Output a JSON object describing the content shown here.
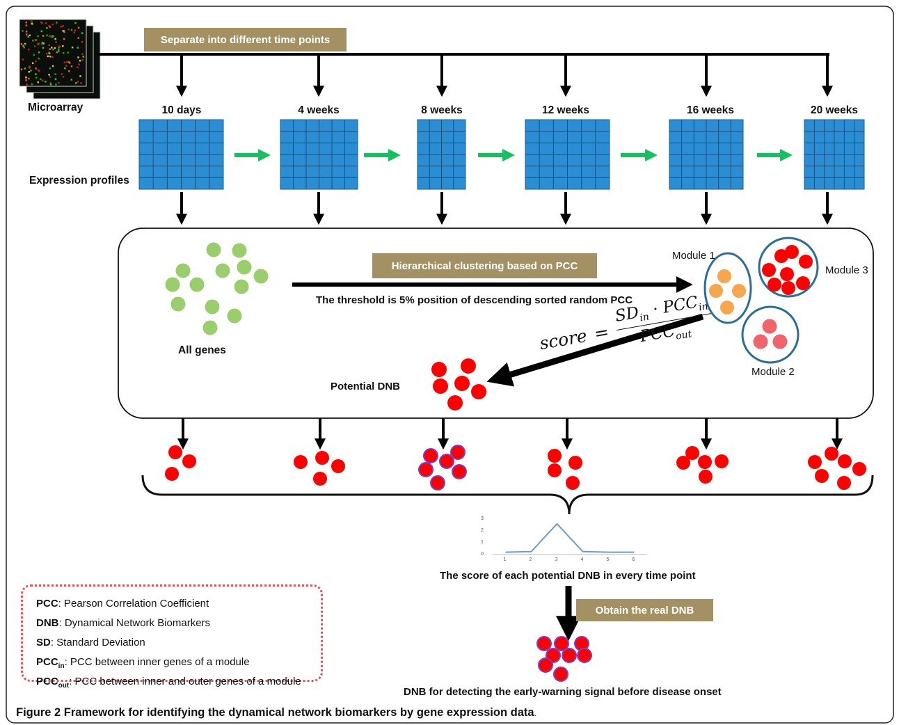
{
  "top": {
    "banner": "Separate into different time points",
    "microarray_label": "Microarray",
    "profiles_label": "Expression profiles"
  },
  "time_points": [
    "10 days",
    "4 weeks",
    "8 weeks",
    "12 weeks",
    "16 weeks",
    "20 weeks"
  ],
  "clustering": {
    "all_genes_label": "All genes",
    "banner": "Hierarchical clustering based on PCC",
    "threshold_text": "The threshold is 5% position of descending sorted random PCC",
    "module1": "Module 1",
    "module2": "Module 2",
    "module3": "Module 3",
    "potential_dnb": "Potential DNB",
    "formula": {
      "score": "score",
      "num_a": "SD",
      "num_a_sub": "in",
      "dot": "·",
      "num_b": "PCC",
      "num_b_sub": "in",
      "den": "PCC",
      "den_sub": "out"
    }
  },
  "score_plot": {
    "chart_data": {
      "type": "line",
      "x": [
        1,
        2,
        3,
        4,
        5,
        6
      ],
      "y": [
        0.2,
        0.25,
        2.6,
        0.25,
        0.2,
        0.2
      ],
      "x_ticks": [
        "1",
        "2",
        "3",
        "4",
        "5",
        "6"
      ],
      "y_ticks": [
        "0",
        "1",
        "2",
        "3"
      ],
      "ylim": [
        0,
        3
      ],
      "color": "#6d9bc8"
    },
    "caption": "The score of each potential DNB in every time point"
  },
  "obtain_banner": "Obtain the real DNB",
  "final_label": "DNB for detecting the early-warning signal before disease onset",
  "legend": [
    {
      "term": "PCC",
      "sub": "",
      "desc": ": Pearson Correlation Coefficient"
    },
    {
      "term": "DNB",
      "sub": "",
      "desc": ": Dynamical Network Biomarkers"
    },
    {
      "term": "SD",
      "sub": "",
      "desc": ": Standard Deviation"
    },
    {
      "term": "PCC",
      "sub": "in",
      "desc": ": PCC between inner genes of a module"
    },
    {
      "term": "PCC",
      "sub": "out",
      "desc": ": PCC between inner and outer genes of a module"
    }
  ],
  "caption": {
    "prefix": "Figure 2",
    "text": " Framework for identifying the dynamical network biomarkers by gene expression data"
  },
  "colors": {
    "banner": "#a39163",
    "grid_fill": "#2b8ed4",
    "arrow_green": "#14c15e",
    "gene_green": "#9acd6b",
    "gene_red": "#ff0000",
    "gene_orange": "#f7a64d",
    "gene_pink": "#f0646b",
    "module_ring": "#2a6e96",
    "legend_border": "#e85055"
  }
}
